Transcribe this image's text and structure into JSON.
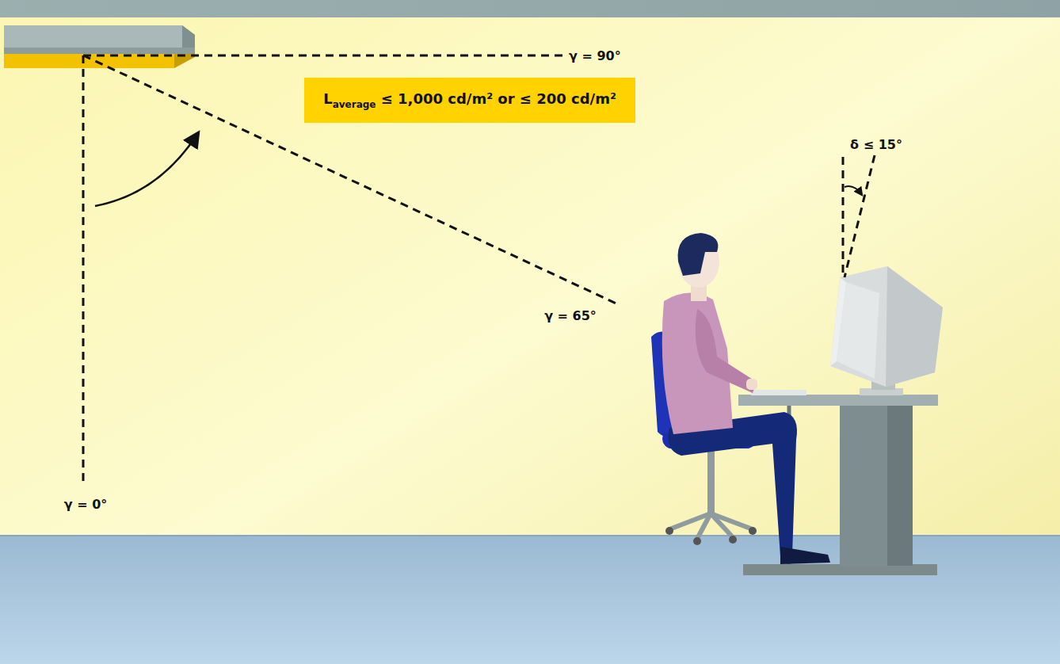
{
  "diagram": {
    "nodes": [
      {
        "text": [
          "Laverage ≤ 1,000 cd/m² or ≤ 200 cd/m²"
        ]
      }
    ],
    "labels": [
      "γ = 90°",
      "δ ≤ 15°",
      "γ = 65°",
      "γ = 0°"
    ]
  }
}
